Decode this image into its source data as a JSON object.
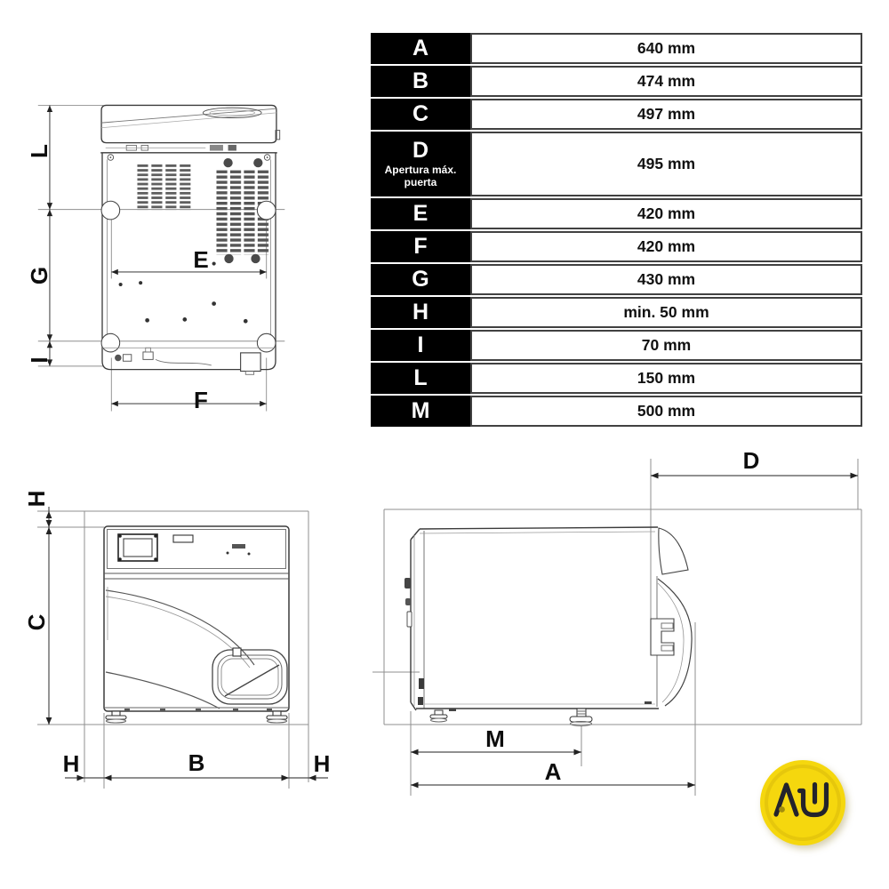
{
  "title": "Autoclave dimensions diagram",
  "table": {
    "rows": [
      {
        "key": "A",
        "note": "",
        "value": "640 mm"
      },
      {
        "key": "B",
        "note": "",
        "value": "474 mm"
      },
      {
        "key": "C",
        "note": "",
        "value": "497 mm"
      },
      {
        "key": "D",
        "note": "Apertura máx. puerta",
        "value": "495 mm"
      },
      {
        "key": "E",
        "note": "",
        "value": "420 mm"
      },
      {
        "key": "F",
        "note": "",
        "value": "420 mm"
      },
      {
        "key": "G",
        "note": "",
        "value": "430 mm"
      },
      {
        "key": "H",
        "note": "",
        "value": "min. 50 mm"
      },
      {
        "key": "I",
        "note": "",
        "value": "70 mm"
      },
      {
        "key": "L",
        "note": "",
        "value": "150 mm"
      },
      {
        "key": "M",
        "note": "",
        "value": "500 mm"
      }
    ]
  },
  "diagrams": {
    "rear_view": {
      "labels": {
        "L": "L",
        "G": "G",
        "I": "I",
        "E": "E",
        "F": "F"
      }
    },
    "front_view": {
      "labels": {
        "H_top": "H",
        "C": "C",
        "H_left": "H",
        "B": "B",
        "H_right": "H"
      }
    },
    "side_view": {
      "labels": {
        "D": "D",
        "M": "M",
        "A": "A"
      }
    }
  },
  "logo": {
    "icon": "au-logo-icon",
    "letters": "AU",
    "circle_color": "#F5D70E",
    "ring_color": "#E3C40C",
    "letter_color": "#23232C",
    "dot_color": "#A38D0E"
  }
}
